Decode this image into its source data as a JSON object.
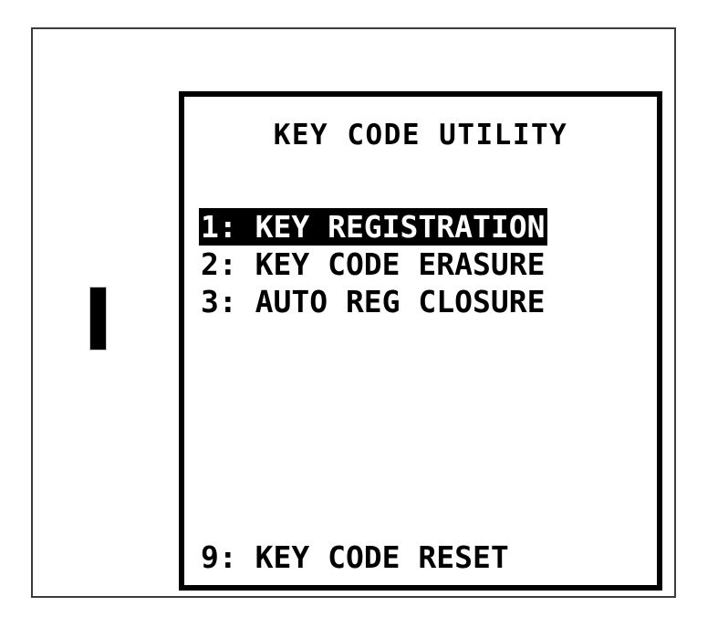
{
  "device": {
    "name": "handheld-diagnostic-tool",
    "side_button_label": "",
    "bezel_color": "#3b3b3b",
    "screen_border_color": "#000000",
    "screen_background": "#ffffff",
    "text_color": "#000000",
    "highlight_background": "#000000",
    "highlight_text_color": "#ffffff"
  },
  "screen": {
    "title": "KEY CODE UTILITY",
    "menu": [
      {
        "key": "1",
        "label": "1: KEY REGISTRATION",
        "selected": true
      },
      {
        "key": "2",
        "label": "2: KEY CODE ERASURE",
        "selected": false
      },
      {
        "key": "3",
        "label": "3: AUTO REG CLOSURE",
        "selected": false
      }
    ],
    "footer": {
      "key": "9",
      "label": "9: KEY CODE RESET",
      "selected": false
    }
  }
}
